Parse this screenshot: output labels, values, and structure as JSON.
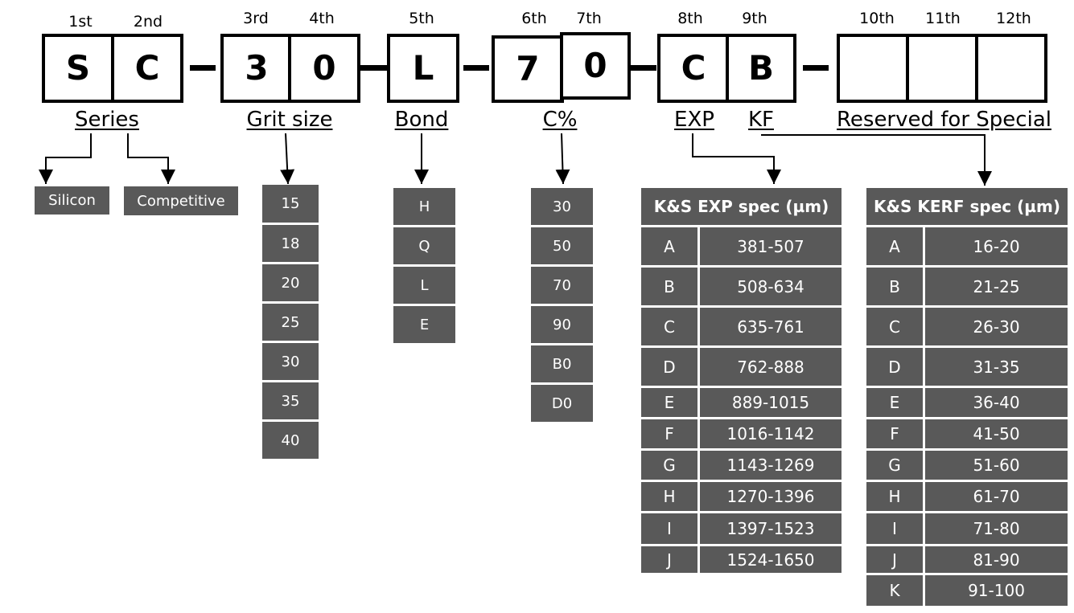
{
  "positions": [
    "1st",
    "2nd",
    "3rd",
    "4th",
    "5th",
    "6th",
    "7th",
    "8th",
    "9th",
    "10th",
    "11th",
    "12th"
  ],
  "chars": [
    "S",
    "C",
    "3",
    "0",
    "L",
    "7",
    "0",
    "C",
    "B",
    "",
    "",
    ""
  ],
  "categories": {
    "series": "Series",
    "grit": "Grit size",
    "bond": "Bond",
    "cpct": "C%",
    "exp": "EXP",
    "kf": "KF",
    "reserved": "Reserved for Special"
  },
  "series_options": [
    "Silicon",
    "Competitive"
  ],
  "grit_options": [
    "15",
    "18",
    "20",
    "25",
    "30",
    "35",
    "40"
  ],
  "bond_options": [
    "H",
    "Q",
    "L",
    "E"
  ],
  "cpct_options": [
    "30",
    "50",
    "70",
    "90",
    "B0",
    "D0"
  ],
  "exp_table": {
    "header": "K&S EXP spec (µm)",
    "rows": [
      {
        "code": "A",
        "range": "381-507"
      },
      {
        "code": "B",
        "range": "508-634"
      },
      {
        "code": "C",
        "range": "635-761"
      },
      {
        "code": "D",
        "range": "762-888"
      },
      {
        "code": "E",
        "range": "889-1015"
      },
      {
        "code": "F",
        "range": "1016-1142"
      },
      {
        "code": "G",
        "range": "1143-1269"
      },
      {
        "code": "H",
        "range": "1270-1396"
      },
      {
        "code": "I",
        "range": "1397-1523"
      },
      {
        "code": "J",
        "range": "1524-1650"
      }
    ]
  },
  "kerf_table": {
    "header": "K&S KERF spec (µm)",
    "rows": [
      {
        "code": "A",
        "range": "16-20"
      },
      {
        "code": "B",
        "range": "21-25"
      },
      {
        "code": "C",
        "range": "26-30"
      },
      {
        "code": "D",
        "range": "31-35"
      },
      {
        "code": "E",
        "range": "36-40"
      },
      {
        "code": "F",
        "range": "41-50"
      },
      {
        "code": "G",
        "range": "51-60"
      },
      {
        "code": "H",
        "range": "61-70"
      },
      {
        "code": "I",
        "range": "71-80"
      },
      {
        "code": "J",
        "range": "81-90"
      },
      {
        "code": "K",
        "range": "91-100"
      }
    ]
  }
}
